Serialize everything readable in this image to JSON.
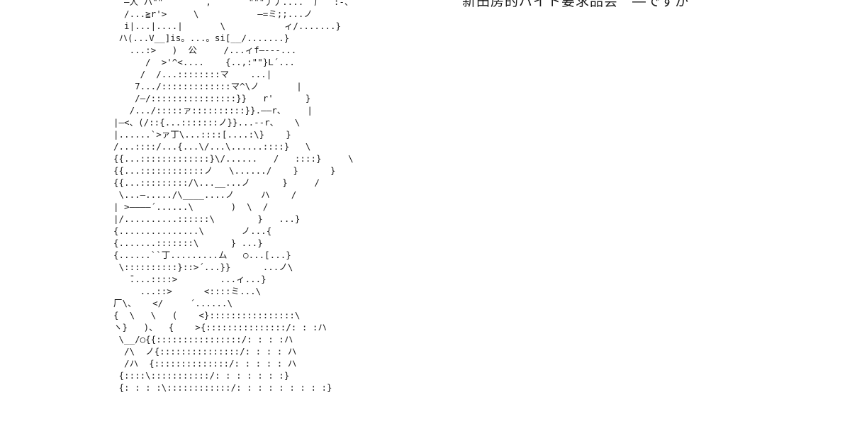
{
  "dialogue": {
    "text": "新田房的バイト要求品会　―ですか"
  },
  "ascii_art": {
    "lines": [
      "´ ̄―人 ハ\"\"´       ,       \"\"\"丿丿....  厂``:-、",
      "  /...≧r'>     \\           ―=ミ;;...ノ",
      "  i|...|....|       \\           ィ/.......}",
      " ハ(...V__]is。...。si[__/.......}",
      "   ...:>   )  公     /...ィf―---...",
      "      /  >'^<....    {..,:\"\"}L´...",
      "     /  /...::::::::マ    ...|",
      "    7.../:::::::::::::マ^\\ノ       |",
      "    /―/::::::::::::::::}}   r'      }",
      "   /.../:::::ァ::::::::::}}.――r、    |",
      "|―<、(/::{...:::::::ノ}}...--r、   \\",
      "|......`>ァ丁\\...::::[....:\\}    }",
      "/...::::/...{...\\/...\\......::::}   \\",
      "{{...:::::::::::::}\\/......   /   ::::}     \\",
      "{{...::::::::::::ノ   \\....../    }      }",
      "{{...:::::::::/\\...__...ノ      }     /",
      " \\...―...../\\____....ノ     ハ    /",
      "| >――――´......\\       )  \\  /",
      "|/..........::::::\\        }   ...}",
      "{...............\\       ノ...{",
      "{.......:::::::\\      } ...}",
      "{......``丁.........ム   ○...[...}",
      " \\::::::::::}::>´...}}      ...ノ\\",
      "   ̄....::::>        ...ィ...}",
      "     ...::>      <::::ミ...\\",
      "厂\\、   </     ´......\\",
      "{  \\   \\   (    <}::::::::::::::::\\",
      "ヽ}   )、  {    >{:::::::::::::::/: : :ハ",
      " \\__/○{{::::::::::::::::/: : : :ハ",
      "  /\\  ノ{:::::::::::::::/: : : : ハ",
      "  /ハ  {::::::::::::::/: : : : : ハ",
      " {::::\\:::::::::::/: : : : : : :}",
      " {: : : :\\::::::::::::/: : : : : : : : :}"
    ]
  }
}
